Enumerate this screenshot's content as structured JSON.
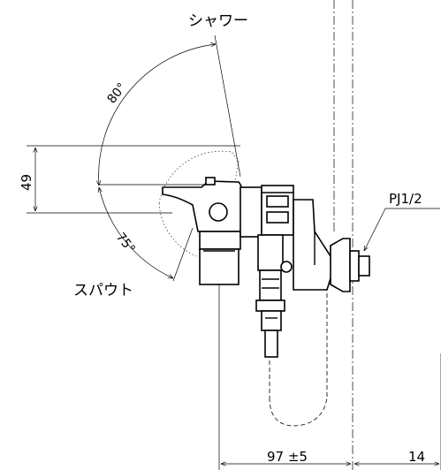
{
  "labels": {
    "shower": "シャワー",
    "spout": "スパウト",
    "connection": "PJ1/2"
  },
  "dimensions": {
    "angle_shower": "80°",
    "angle_spout": "75°",
    "height": "49",
    "offset": "97 ±5",
    "depth": "14"
  }
}
